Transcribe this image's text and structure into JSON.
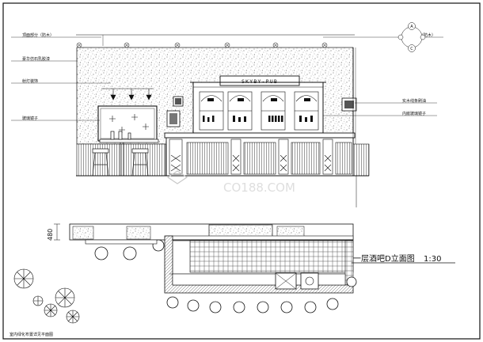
{
  "labels": {
    "top_left": "顶面部分（防木）",
    "wall_finish": "豪华仿石乳胶漆",
    "lamp": "射灯装饰",
    "mirror_left": "玻璃镜子",
    "top_right": "顶面部分（防木）",
    "right_1": "实木线条刷油",
    "right_2": "内嵌玻璃镜子"
  },
  "sign_text": "SKYBY-PUB",
  "drawing_title": "一层酒吧D立面图",
  "scale": "1:30",
  "dimension": "480",
  "watermark": "CO188.COM",
  "section_markers": [
    "A",
    "C"
  ],
  "plant_note": "室内绿化布置详见平面图"
}
